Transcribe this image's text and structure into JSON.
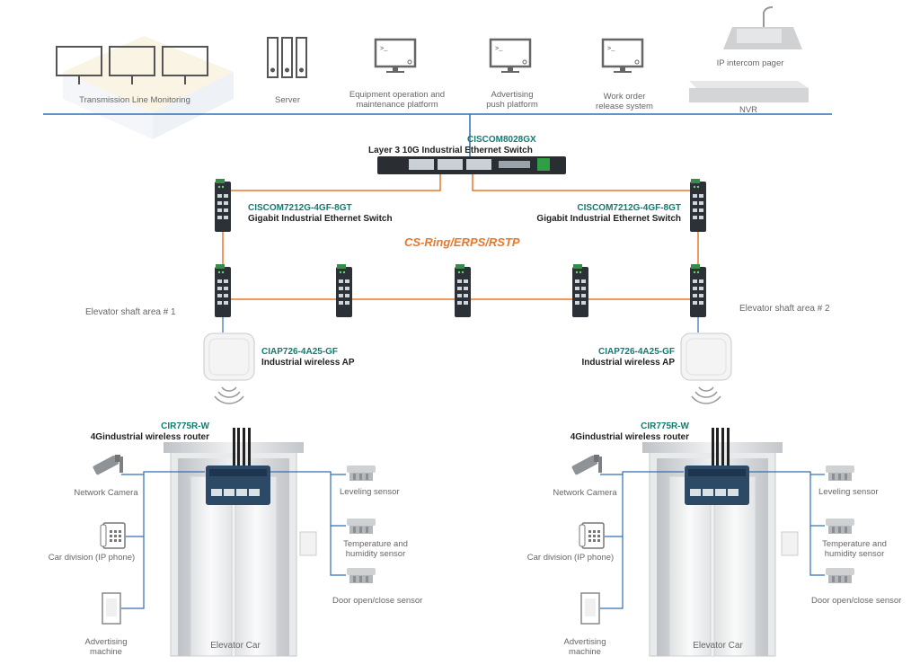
{
  "colors": {
    "backbone": "#2f6fb3",
    "ring": "#e8782a",
    "model": "#157a6e",
    "label": "#666666"
  },
  "top": {
    "monitoring": "Transmission Line Monitoring",
    "server": "Server",
    "equipment_platform": [
      "Equipment operation and",
      "maintenance platform"
    ],
    "advertising_platform": [
      "Advertising",
      "push platform"
    ],
    "work_order": [
      "Work order",
      "release system"
    ],
    "pager": "IP intercom pager",
    "nvr": "NVR"
  },
  "core_switch": {
    "model": "CISCOM8028GX",
    "desc": "Layer 3 10G Industrial Ethernet Switch"
  },
  "gigabit_left": {
    "model": "CISCOM7212G-4GF-8GT",
    "desc": "Gigabit Industrial Ethernet Switch"
  },
  "gigabit_right": {
    "model": "CISCOM7212G-4GF-8GT",
    "desc": "Gigabit Industrial Ethernet Switch"
  },
  "ring_label": "CS-Ring/ERPS/RSTP",
  "shaft_left": "Elevator shaft area # 1",
  "shaft_right": "Elevator shaft area # 2",
  "ap_left": {
    "model": "CIAP726-4A25-GF",
    "desc": "Industrial wireless AP"
  },
  "ap_right": {
    "model": "CIAP726-4A25-GF",
    "desc": "Industrial wireless AP"
  },
  "router_left": {
    "model": "CIR775R-W",
    "desc": "4Gindustrial wireless router"
  },
  "router_right": {
    "model": "CIR775R-W",
    "desc": "4Gindustrial wireless router"
  },
  "car": {
    "camera": "Network Camera",
    "phone": "Car division (IP phone)",
    "advert": [
      "Advertising",
      "machine"
    ],
    "car_label": "Elevator Car",
    "leveling": "Leveling sensor",
    "temp": [
      "Temperature and",
      "humidity sensor"
    ],
    "door": "Door open/close sensor"
  }
}
